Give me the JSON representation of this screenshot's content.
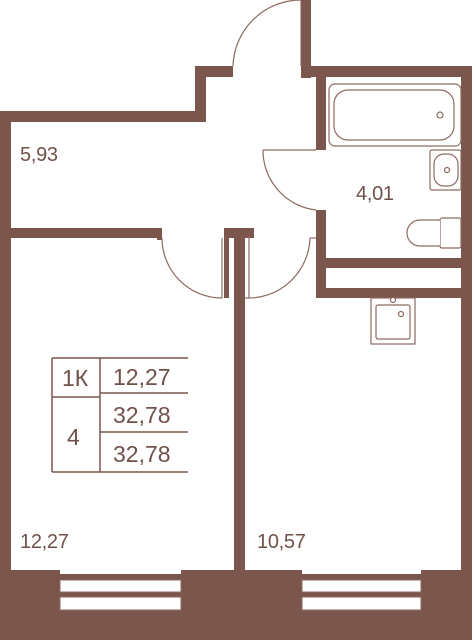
{
  "colors": {
    "wall": "#7b564c",
    "thin_line": "#8d6a60",
    "text": "#6f5149",
    "background": "#ffffff"
  },
  "rooms": {
    "hall_area": "5,93",
    "bathroom_area": "4,01",
    "living_room_area": "12,27",
    "kitchen_area": "10,57"
  },
  "info_box": {
    "type": "1К",
    "floor": "4",
    "living_area": "12,27",
    "total_area": "32,78",
    "total_area_alt": "32,78"
  },
  "fixtures": [
    "bathtub",
    "washbasin",
    "toilet",
    "kitchen-sink"
  ]
}
